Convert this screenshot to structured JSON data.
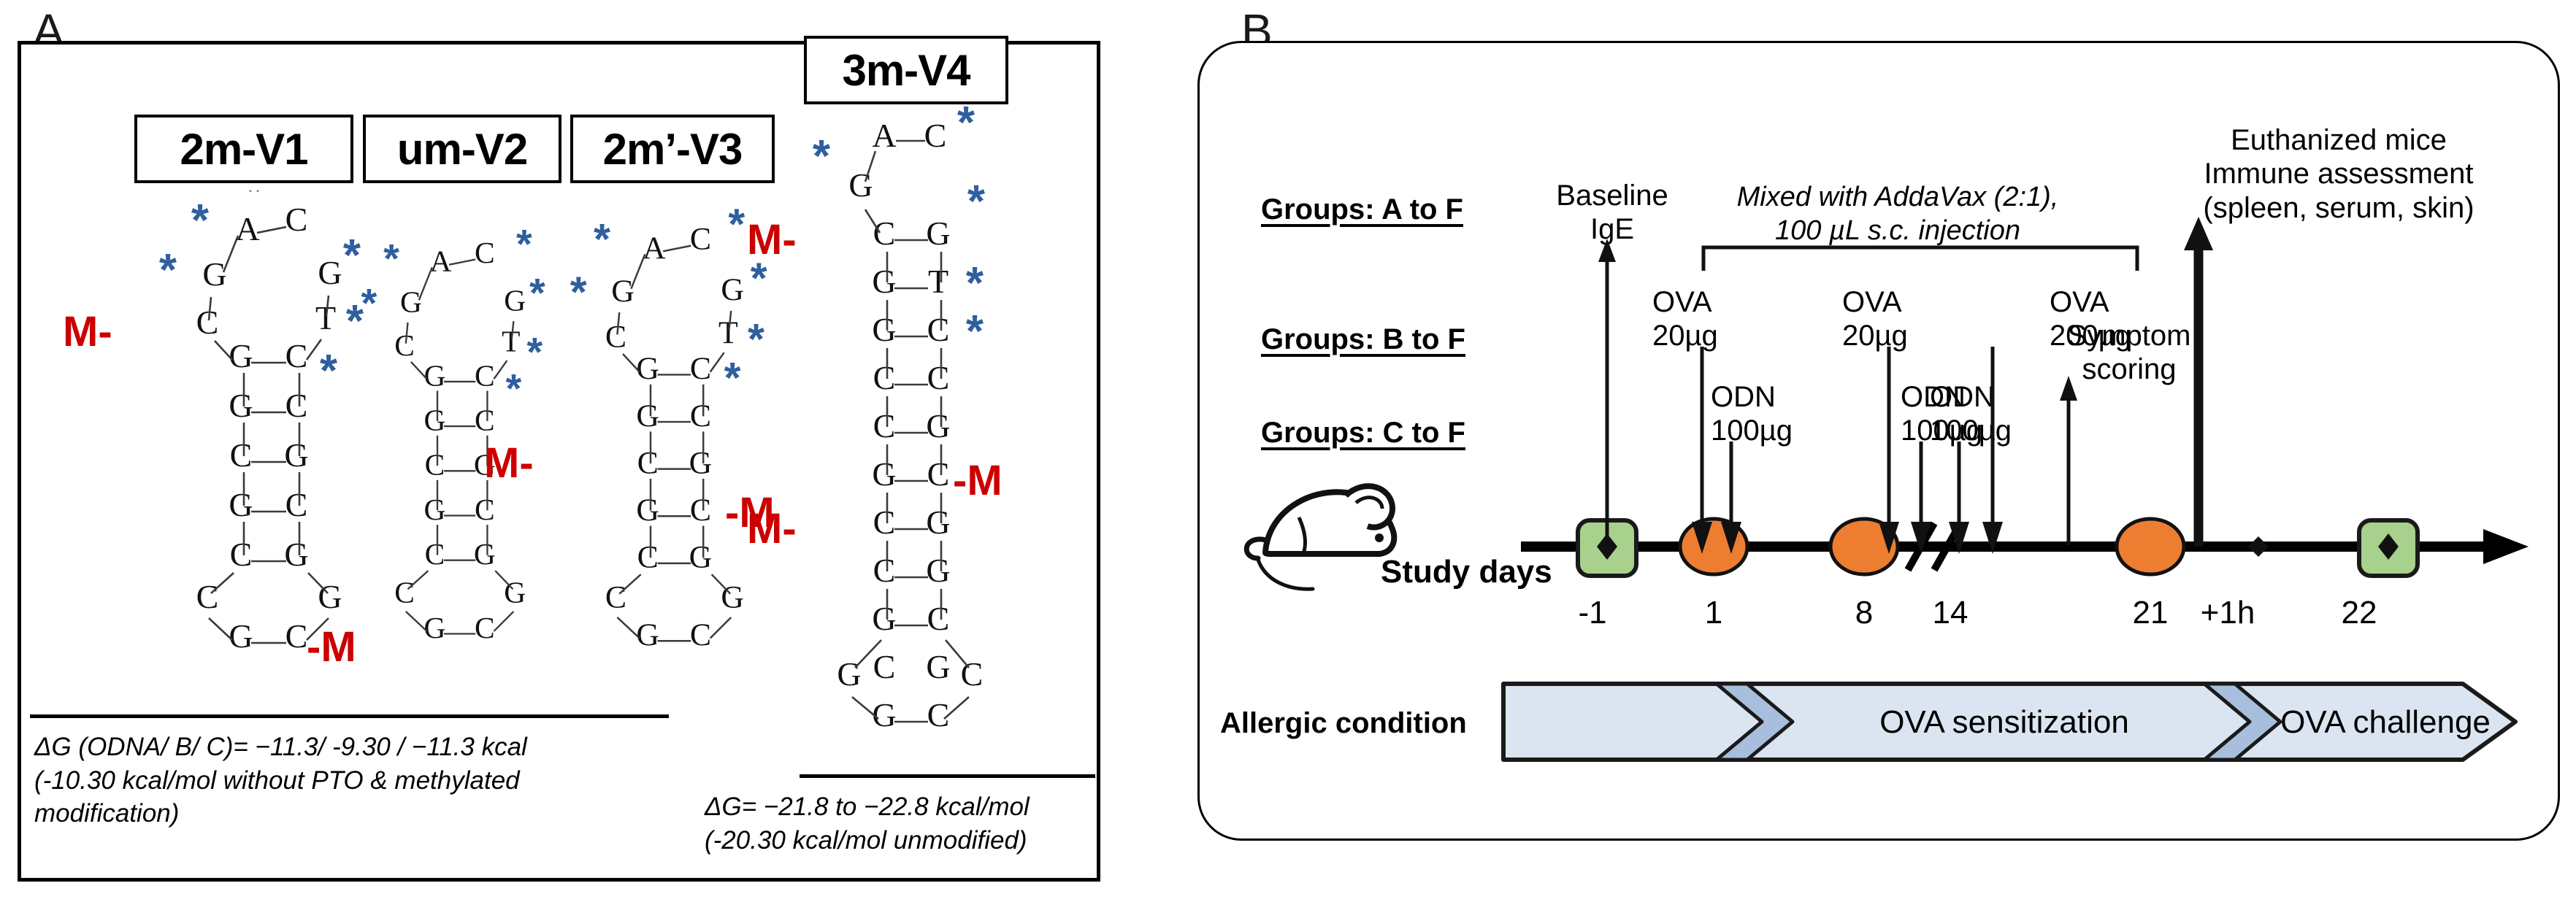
{
  "figure": {
    "panel_a_letter": "A",
    "panel_b_letter": "B"
  },
  "panel_a": {
    "constructs": [
      {
        "id": "2m-V1",
        "label": "2m-V1",
        "methyl_labels": [
          {
            "text": "M-",
            "side": "left"
          },
          {
            "text": "-M",
            "side": "right"
          }
        ],
        "sequence_note": "hairpin stem-loop with PTO (*) backbone marks"
      },
      {
        "id": "um-V2",
        "label": "um-V2",
        "methyl_labels": [],
        "sequence_note": "unmethylated hairpin stem-loop with PTO (*) backbone marks"
      },
      {
        "id": "2m'-V3",
        "label": "2m’-V3",
        "methyl_labels": [
          {
            "text": "M-",
            "side": "left"
          },
          {
            "text": "-M",
            "side": "right"
          }
        ],
        "sequence_note": "hairpin stem-loop with PTO (*) backbone marks"
      },
      {
        "id": "3m-V4",
        "label": "3m-V4",
        "methyl_labels": [
          {
            "text": "M-",
            "side": "left"
          },
          {
            "text": "-M",
            "side": "right"
          },
          {
            "text": "M-",
            "side": "left"
          }
        ],
        "sequence_note": "long duplex hairpin with PTO (*) backbone marks"
      }
    ],
    "caption_left": [
      "ΔG (ODNA/ B/ C)= −11.3/ -9.30 / −11.3 kcal",
      "(-10.30 kcal/mol without  PTO & methylated",
      "modification)"
    ],
    "caption_right": [
      "ΔG= −21.8 to −22.8 kcal/mol",
      "(-20.30 kcal/mol  unmodified)"
    ],
    "legend": {
      "pto_symbol": "*",
      "pto_color": "#2e5f9e",
      "methyl_symbol": "M",
      "methyl_color": "#cc0000"
    }
  },
  "panel_b": {
    "group_rows": [
      {
        "label": "Groups: A to F"
      },
      {
        "label": "Groups: B to F"
      },
      {
        "label": "Groups: C to F"
      }
    ],
    "baseline": {
      "line1": "Baseline",
      "line2": "IgE"
    },
    "mix_note": {
      "line1": "Mixed with  AddaVax (2:1),",
      "line2": "100 µL s.c. injection"
    },
    "endpoint_note": {
      "line1": "Euthanized mice",
      "line2": "Immune assessment",
      "line3": "(spleen, serum, skin)"
    },
    "symptom_note": {
      "line1": "Symptom",
      "line2": "scoring"
    },
    "doses": [
      {
        "agent": "OVA",
        "amount": "20µg",
        "day": "1"
      },
      {
        "agent": "ODN",
        "amount": "100µg",
        "day": "1"
      },
      {
        "agent": "OVA",
        "amount": "20µg",
        "day": "8"
      },
      {
        "agent": "ODN",
        "amount": "100µg",
        "day": "8"
      },
      {
        "agent": "OVA",
        "amount": "200µg",
        "day": "21"
      },
      {
        "agent": "ODN",
        "amount": "100µg",
        "day": "21"
      }
    ],
    "timeline": {
      "axis_label": "Study days",
      "mouse_icon": "mouse-icon",
      "break_marker": "//",
      "ticks": [
        {
          "value": "-1",
          "marker": "green-box"
        },
        {
          "value": "1",
          "marker": "orange-ellipse"
        },
        {
          "value": "8",
          "marker": "orange-ellipse"
        },
        {
          "value": "14",
          "marker": "break"
        },
        {
          "value": "21",
          "marker": "orange-ellipse"
        },
        {
          "value": "+1h",
          "marker": "none"
        },
        {
          "value": "22",
          "marker": "green-box"
        }
      ]
    },
    "allergic_condition": {
      "row_label": "Allergic condition",
      "stages": [
        {
          "label": ""
        },
        {
          "label": "OVA sensitization"
        },
        {
          "label": "OVA challenge"
        }
      ]
    },
    "colors": {
      "green_marker": "#a9d18e",
      "orange_marker": "#ed7d31",
      "banner_fill": "#dbe5f1",
      "banner_chevron": "#a8bedd",
      "banner_border": "#1a1a1a"
    }
  }
}
